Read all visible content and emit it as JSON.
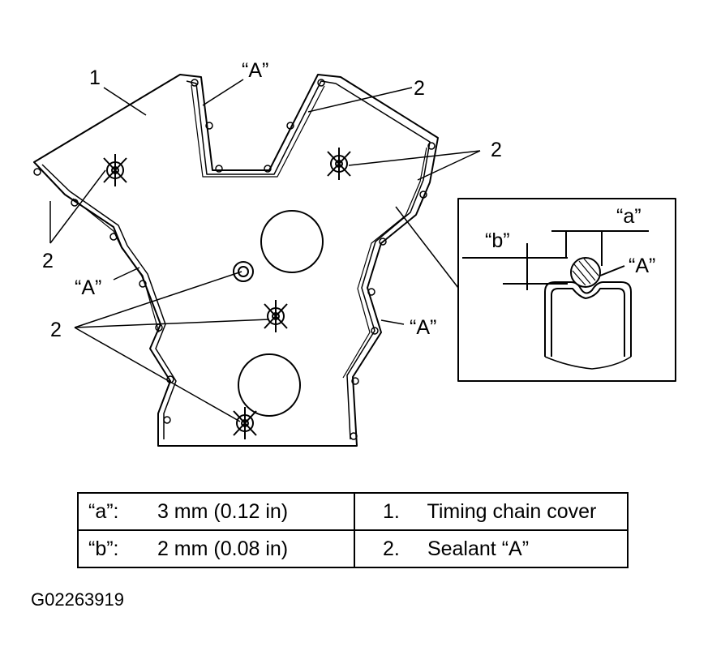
{
  "callouts": {
    "part_1": "1",
    "part_2": "2",
    "sealant_a": "“A”",
    "dim_a": "“a”",
    "dim_b": "“b”"
  },
  "legend": {
    "rows": [
      {
        "key": "“a”:",
        "value": "3 mm (0.12 in)",
        "num": "1.",
        "text": "Timing chain cover"
      },
      {
        "key": "“b”:",
        "value": "2 mm (0.08 in)",
        "num": "2.",
        "text": "Sealant “A”"
      }
    ]
  },
  "figure_code": "G02263919"
}
